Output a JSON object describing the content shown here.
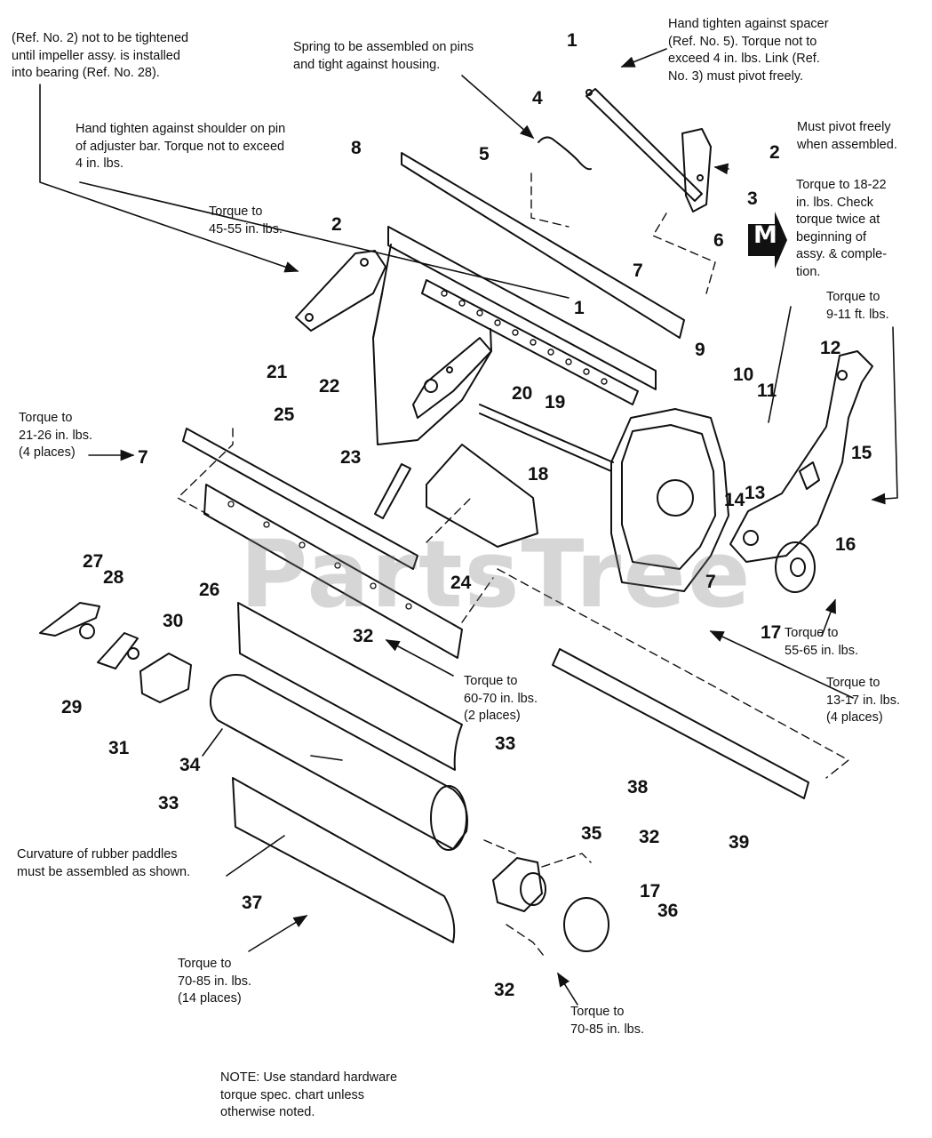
{
  "notes": {
    "ref2": "(Ref. No. 2) not to be tightened\nuntil impeller assy. is installed\ninto bearing (Ref. No. 28).",
    "spring": "Spring to be assembled on pins\nand tight against housing.",
    "spacer": "Hand tighten against spacer\n(Ref. No. 5). Torque not to\nexceed 4 in. lbs. Link (Ref.\nNo. 3) must pivot freely.",
    "shoulder": "Hand tighten against shoulder on pin\nof adjuster bar. Torque not to exceed\n4 in. lbs.",
    "pivot": "Must pivot freely\nwhen assembled.",
    "torque_18_22": "Torque  to  18-22\nin. lbs. Check\ntorque twice at\nbeginning of\nassy.  &  comple-\ntion.",
    "torque_45_55": "Torque to\n45-55 in. lbs.",
    "torque_9_11": "Torque to\n9-11 ft. lbs.",
    "torque_21_26": "Torque to\n21-26 in. lbs.\n(4 places)",
    "torque_55_65": "Torque to\n55-65 in. lbs.",
    "torque_13_17": "Torque to\n13-17 in. lbs.\n(4 places)",
    "torque_60_70": "Torque to\n60-70 in. lbs.\n(2 places)",
    "curvature": "Curvature of rubber paddles\nmust be assembled as shown.",
    "torque_70_85_a": "Torque to\n70-85 in. lbs.\n(14 places)",
    "torque_70_85_b": "Torque to\n70-85 in. lbs.",
    "note": "NOTE: Use standard hardware\ntorque spec. chart unless\notherwise noted."
  },
  "badge": "M",
  "watermark": "PartsTree",
  "part_numbers": [
    {
      "id": "n1a",
      "text": "1"
    },
    {
      "id": "n1b",
      "text": "1"
    },
    {
      "id": "n2a",
      "text": "2"
    },
    {
      "id": "n2b",
      "text": "2"
    },
    {
      "id": "n3",
      "text": "3"
    },
    {
      "id": "n4",
      "text": "4"
    },
    {
      "id": "n5",
      "text": "5"
    },
    {
      "id": "n6",
      "text": "6"
    },
    {
      "id": "n7a",
      "text": "7"
    },
    {
      "id": "n7b",
      "text": "7"
    },
    {
      "id": "n7c",
      "text": "7"
    },
    {
      "id": "n8",
      "text": "8"
    },
    {
      "id": "n9",
      "text": "9"
    },
    {
      "id": "n10",
      "text": "10"
    },
    {
      "id": "n11",
      "text": "11"
    },
    {
      "id": "n12",
      "text": "12"
    },
    {
      "id": "n13",
      "text": "13"
    },
    {
      "id": "n14",
      "text": "14"
    },
    {
      "id": "n15",
      "text": "15"
    },
    {
      "id": "n16",
      "text": "16"
    },
    {
      "id": "n17a",
      "text": "17"
    },
    {
      "id": "n17b",
      "text": "17"
    },
    {
      "id": "n18",
      "text": "18"
    },
    {
      "id": "n19",
      "text": "19"
    },
    {
      "id": "n20",
      "text": "20"
    },
    {
      "id": "n21",
      "text": "21"
    },
    {
      "id": "n22",
      "text": "22"
    },
    {
      "id": "n23",
      "text": "23"
    },
    {
      "id": "n24",
      "text": "24"
    },
    {
      "id": "n25",
      "text": "25"
    },
    {
      "id": "n26",
      "text": "26"
    },
    {
      "id": "n27",
      "text": "27"
    },
    {
      "id": "n28",
      "text": "28"
    },
    {
      "id": "n29",
      "text": "29"
    },
    {
      "id": "n30",
      "text": "30"
    },
    {
      "id": "n31",
      "text": "31"
    },
    {
      "id": "n32a",
      "text": "32"
    },
    {
      "id": "n32b",
      "text": "32"
    },
    {
      "id": "n32c",
      "text": "32"
    },
    {
      "id": "n33a",
      "text": "33"
    },
    {
      "id": "n33b",
      "text": "33"
    },
    {
      "id": "n34",
      "text": "34"
    },
    {
      "id": "n35",
      "text": "35"
    },
    {
      "id": "n36",
      "text": "36"
    },
    {
      "id": "n37",
      "text": "37"
    },
    {
      "id": "n38",
      "text": "38"
    },
    {
      "id": "n39",
      "text": "39"
    }
  ]
}
